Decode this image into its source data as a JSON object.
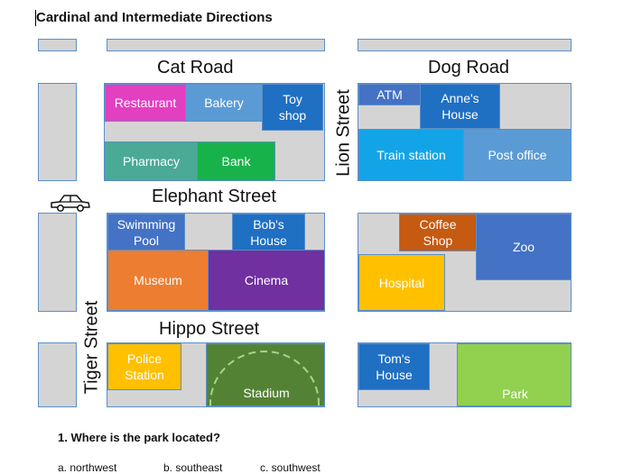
{
  "title": "Cardinal and Intermediate Directions",
  "roads": {
    "cat": "Cat Road",
    "dog": "Dog Road",
    "elephant": "Elephant Street",
    "hippo": "Hippo Street",
    "lion": "Lion Street",
    "tiger": "Tiger Street"
  },
  "buildings": {
    "restaurant": "Restaurant",
    "bakery": "Bakery",
    "toy_shop": "Toy\nshop",
    "pharmacy": "Pharmacy",
    "bank": "Bank",
    "atm": "ATM",
    "annes_house": "Anne's\nHouse",
    "train_station": "Train station",
    "post_office": "Post office",
    "swimming_pool": "Swimming\nPool",
    "bobs_house": "Bob's\nHouse",
    "museum": "Museum",
    "cinema": "Cinema",
    "coffee_shop": "Coffee\nShop",
    "zoo": "Zoo",
    "hospital": "Hospital",
    "police_station": "Police\nStation",
    "stadium": "Stadium",
    "toms_house": "Tom's\nHouse",
    "park": "Park"
  },
  "colors": {
    "block": "#d4d4d4",
    "block_border": "#5b8fc9",
    "restaurant": "#e33fc1",
    "bakery": "#5b9bd5",
    "toy_shop": "#1f6fc3",
    "pharmacy": "#4aaa96",
    "bank": "#18b24a",
    "atm": "#4472c4",
    "annes_house": "#1f6fc3",
    "train_station": "#13a4e8",
    "post_office": "#5b9bd5",
    "swimming_pool": "#4472c4",
    "bobs_house": "#1f6fc3",
    "museum": "#ed7d31",
    "cinema": "#7030a0",
    "coffee_shop": "#c55a11",
    "zoo": "#4472c4",
    "hospital": "#ffc000",
    "police_station": "#ffc000",
    "stadium": "#548235",
    "toms_house": "#1f6fc3",
    "park": "#92d050"
  },
  "icons": {
    "car": "car-icon"
  },
  "question": {
    "text": "1.  Where is the park located?",
    "options": [
      "a.  northwest",
      "b.  southeast",
      "c.  southwest"
    ]
  }
}
